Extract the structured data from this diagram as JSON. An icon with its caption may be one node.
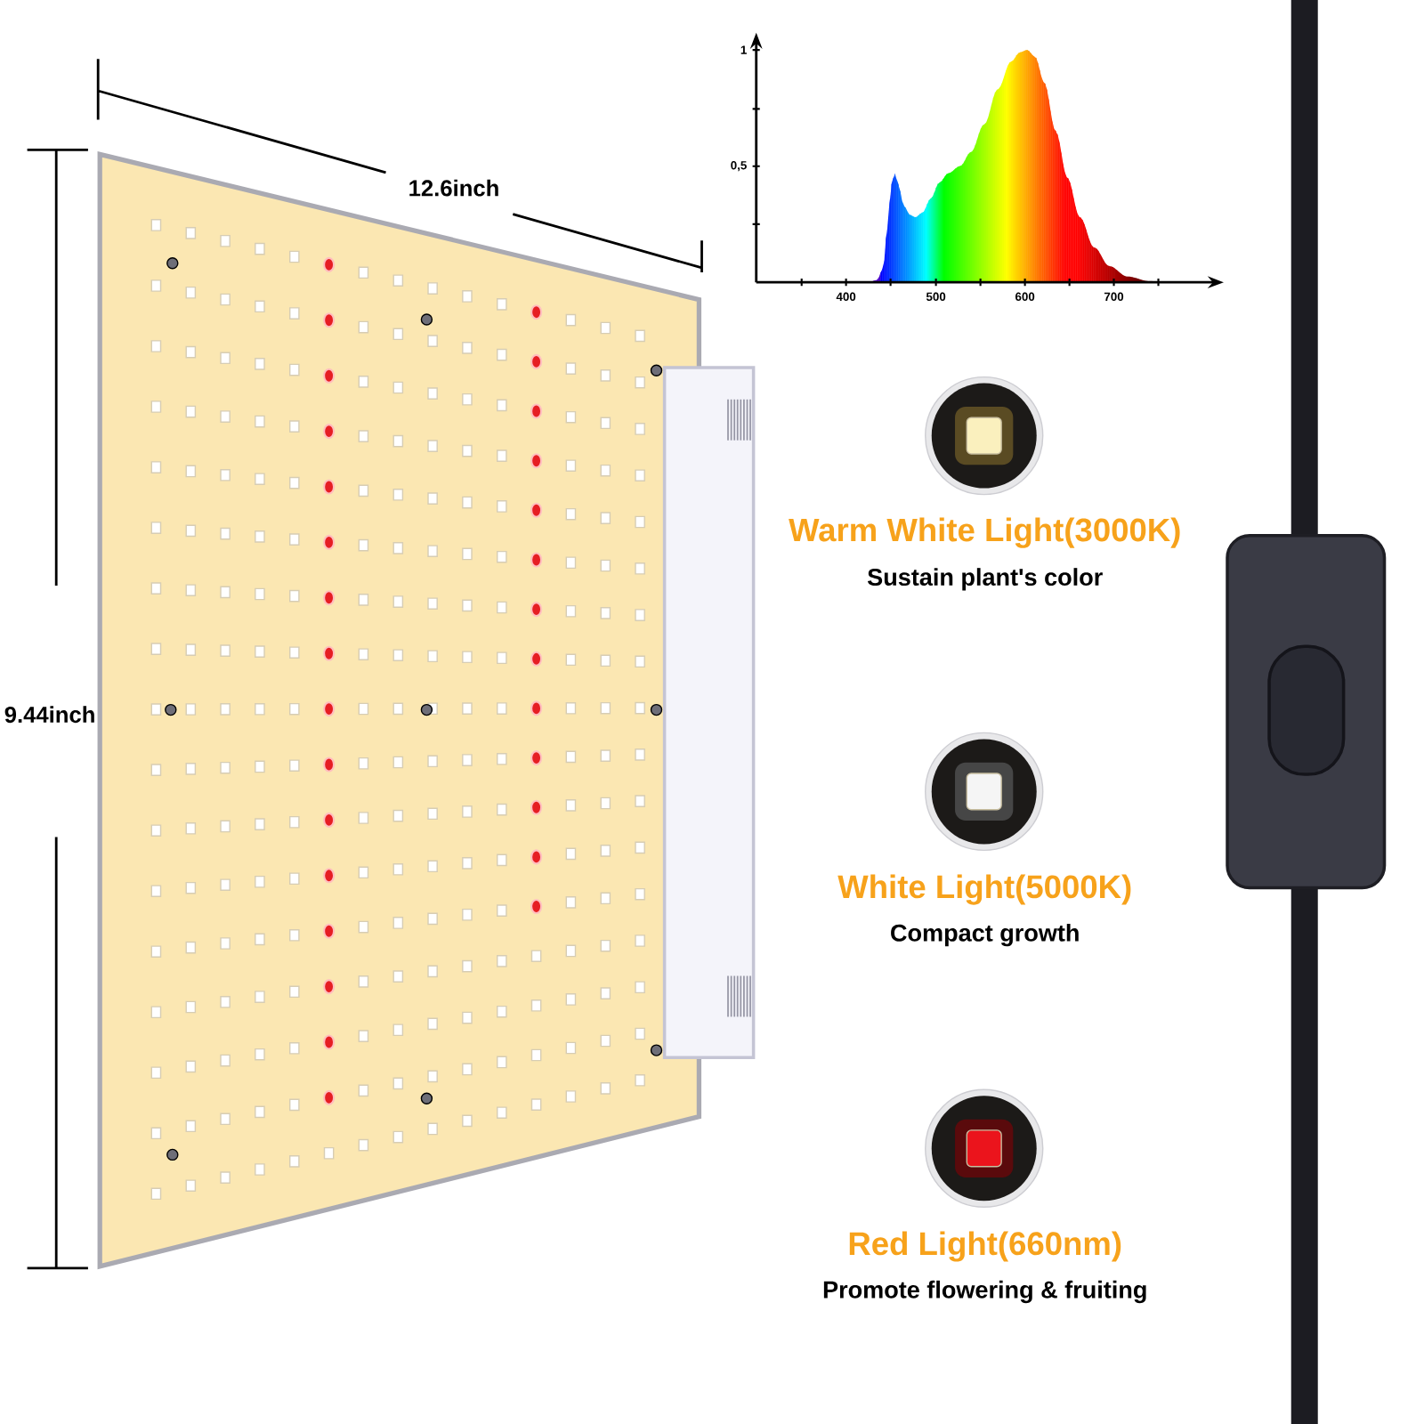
{
  "diagram": {
    "labels": [
      "12.6inch",
      "9.44inch",
      "1",
      "0,5",
      "400",
      "500",
      "600",
      "700",
      "Warm White Light(3000K)",
      "Sustain plant's color",
      "White Light(5000K)",
      "Compact growth",
      "Red Light(660nm)",
      "Promote flowering & fruiting"
    ]
  }
}
